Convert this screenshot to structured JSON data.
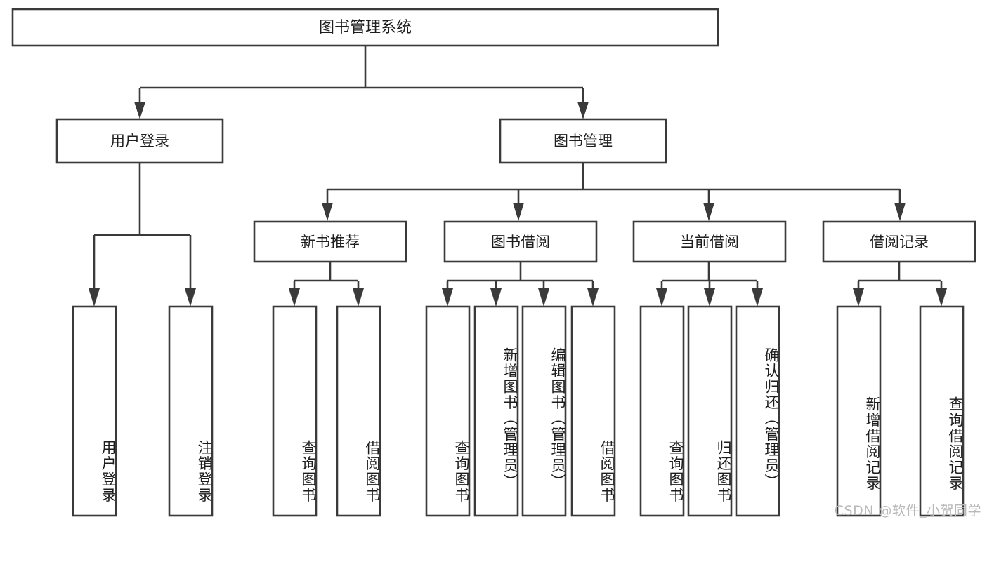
{
  "diagram": {
    "title": "图书管理系统",
    "type": "tree-hierarchy-chart",
    "watermark": "CSDN @软件_小贺同学",
    "colors": {
      "box_stroke": "#3a3a3a",
      "box_fill": "#ffffff",
      "text": "#1d1d1d",
      "background": "#ffffff",
      "watermark": "#b9b9b9"
    },
    "root": {
      "label": "图书管理系统"
    },
    "level2": [
      {
        "label": "用户登录"
      },
      {
        "label": "图书管理"
      }
    ],
    "level3": [
      {
        "label": "新书推荐"
      },
      {
        "label": "图书借阅"
      },
      {
        "label": "当前借阅"
      },
      {
        "label": "借阅记录"
      }
    ],
    "leaves": {
      "user_login": [
        {
          "label": "用户登录"
        },
        {
          "label": "注销登录"
        }
      ],
      "new_book": [
        {
          "label": "查询图书"
        },
        {
          "label": "借阅图书"
        }
      ],
      "book_borrow": [
        {
          "label": "查询图书"
        },
        {
          "label": "新增图书（管理员）"
        },
        {
          "label": "编辑图书（管理员）"
        },
        {
          "label": "借阅图书"
        }
      ],
      "current_borrow": [
        {
          "label": "查询图书"
        },
        {
          "label": "归还图书"
        },
        {
          "label": "确认归还（管理员）"
        }
      ],
      "borrow_record": [
        {
          "label": "新增借阅记录"
        },
        {
          "label": "查询借阅记录"
        }
      ]
    }
  }
}
